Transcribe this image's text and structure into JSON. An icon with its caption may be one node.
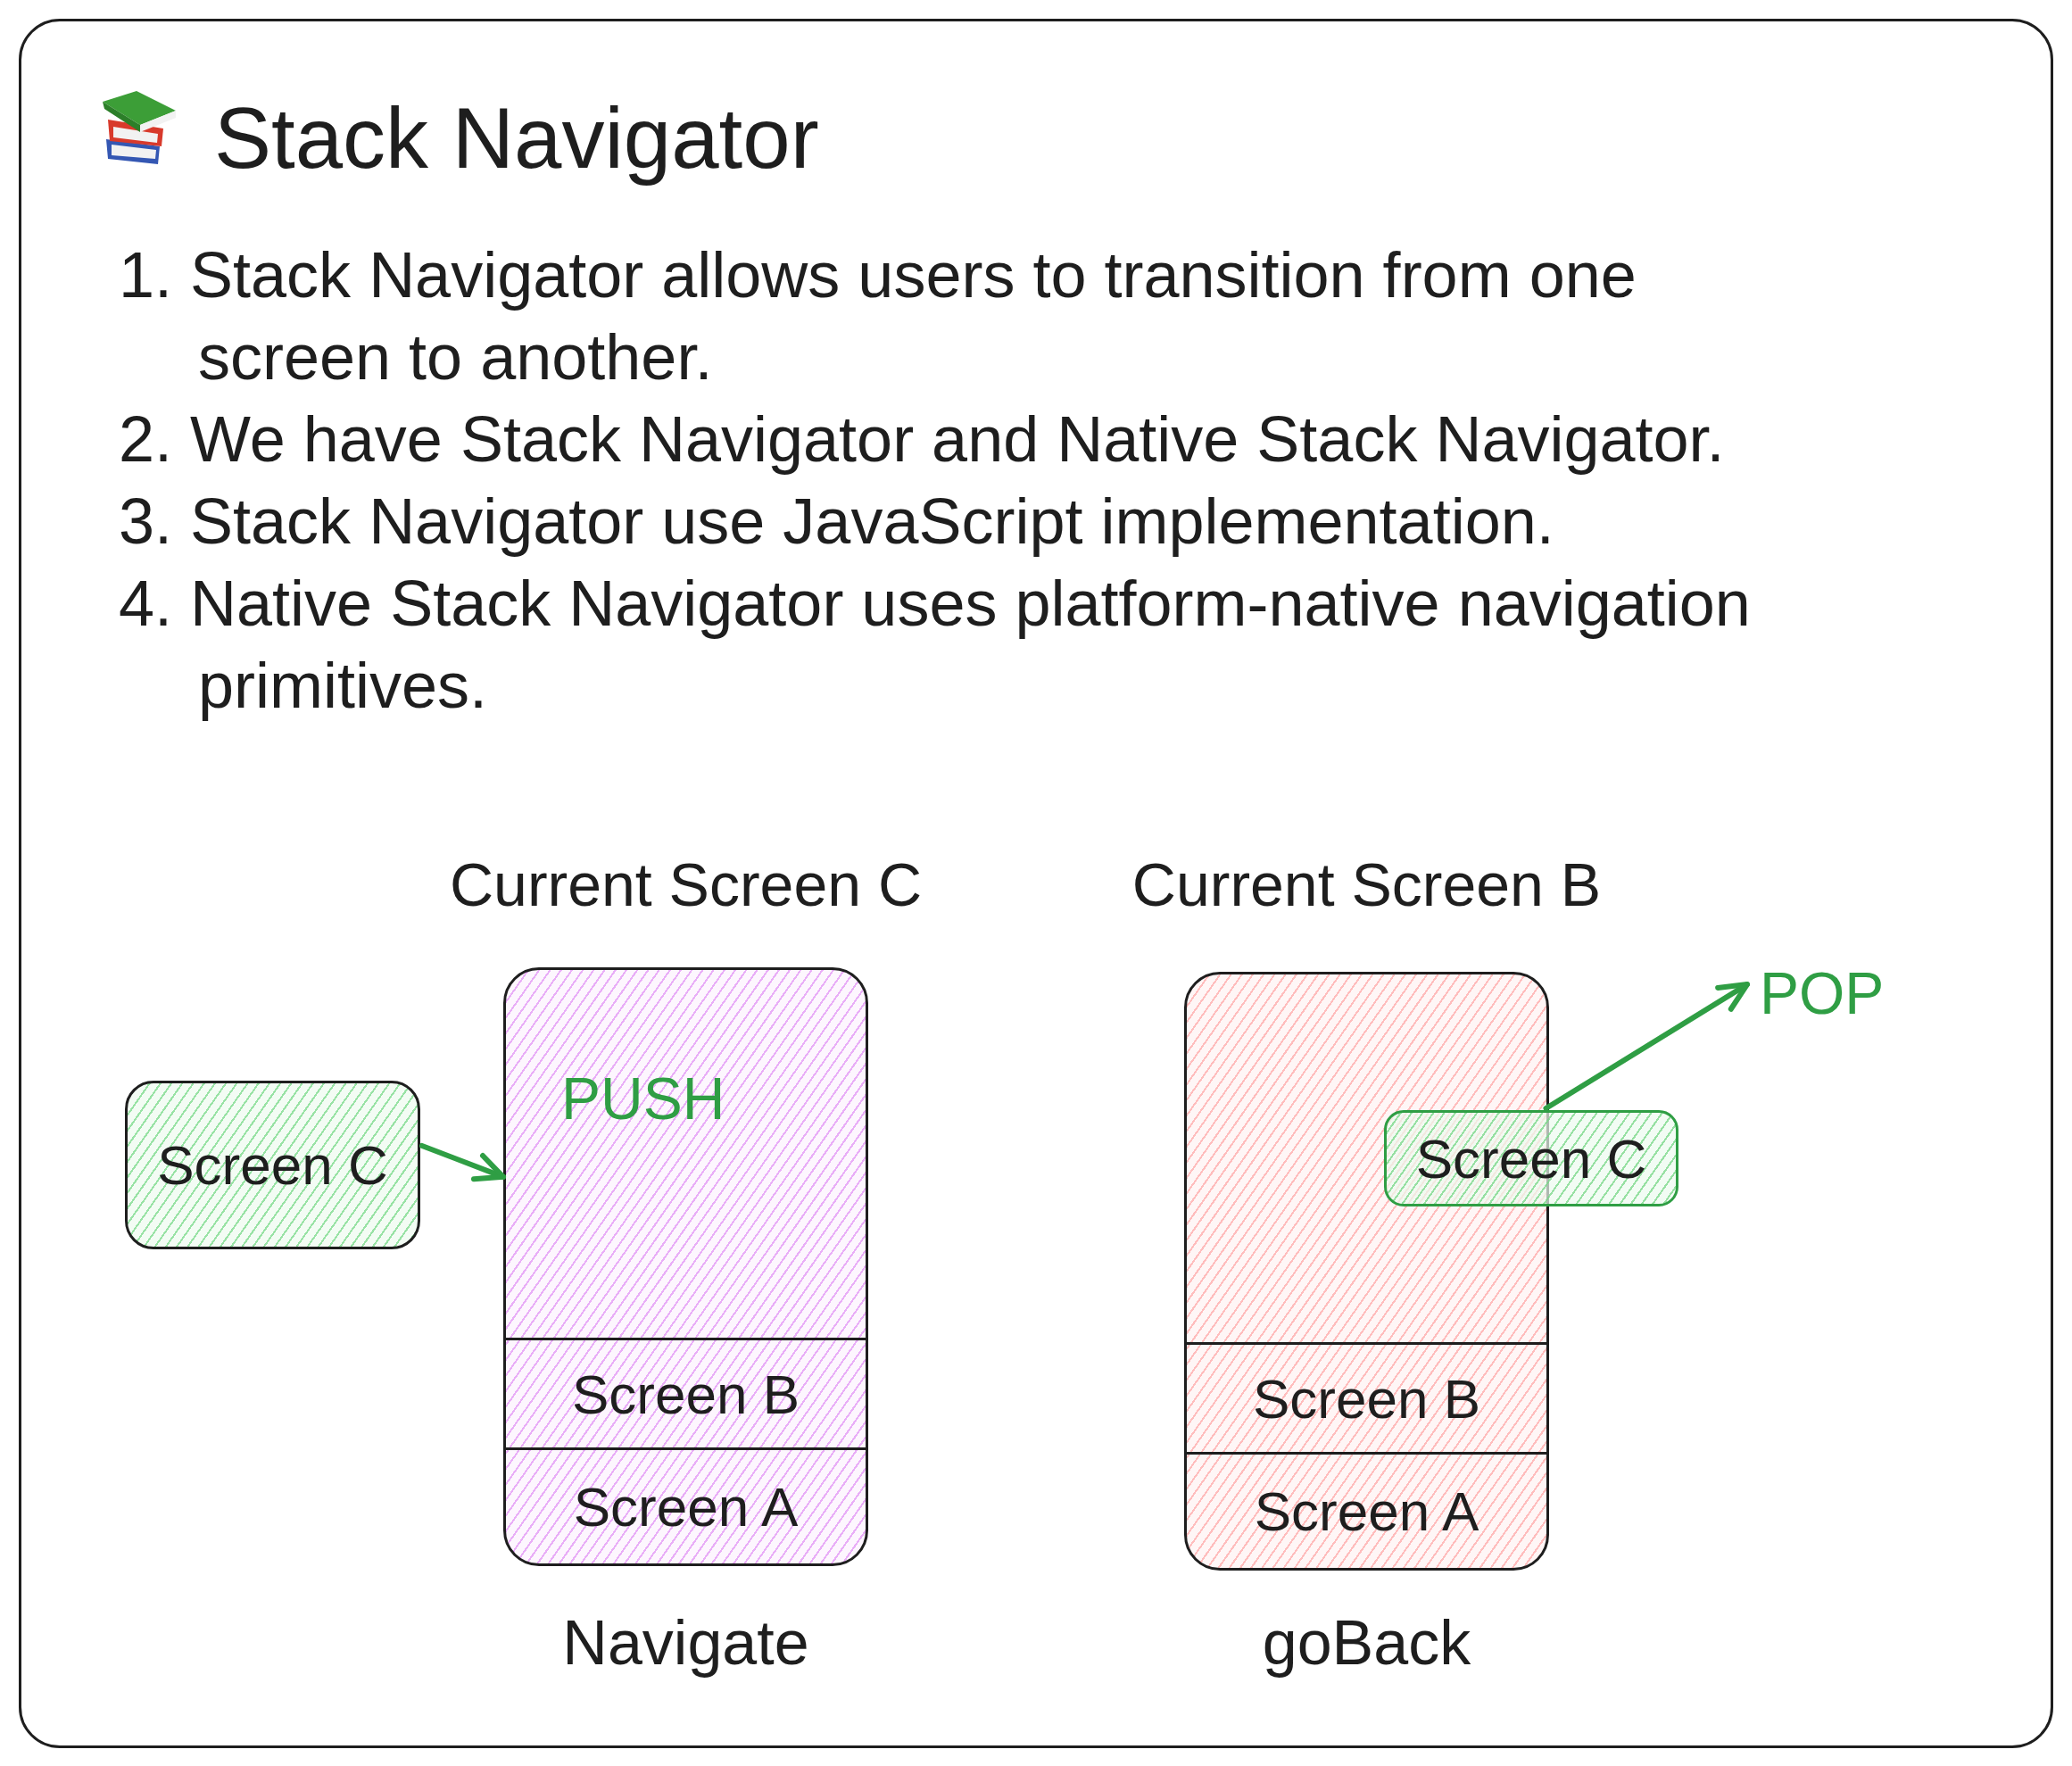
{
  "diagram": {
    "title": "Stack Navigator",
    "nodes": [
      {
        "text": [
          "Current Screen C"
        ],
        "beside": [
          "Navigate"
        ]
      },
      {
        "text": [
          "Screen B"
        ],
        "in": 0
      },
      {
        "text": [
          "Screen A"
        ],
        "in": 0
      },
      {
        "text": [
          "Screen C"
        ]
      },
      {
        "text": [
          "Current Screen B"
        ],
        "beside": [
          "goBack"
        ]
      },
      {
        "text": [
          "Screen C"
        ]
      },
      {
        "text": [
          "Screen B"
        ],
        "in": 4
      },
      {
        "text": [
          "Screen A"
        ],
        "in": 4
      },
      {
        "text": [
          "POP"
        ]
      }
    ],
    "edges": [
      {
        "from": 3,
        "to": 0,
        "arrow": "to",
        "label": "PUSH"
      },
      {
        "from": 5,
        "to": 8,
        "arrow": "to"
      }
    ],
    "labels": [
      "1. Stack Navigator allows users to transition from one screen to another.",
      "2. We have Stack Navigator and Native Stack Navigator.",
      "3. Stack Navigator use JavaScript implementation.",
      "4. Native Stack Navigator uses platform-native navigation primitives."
    ]
  }
}
